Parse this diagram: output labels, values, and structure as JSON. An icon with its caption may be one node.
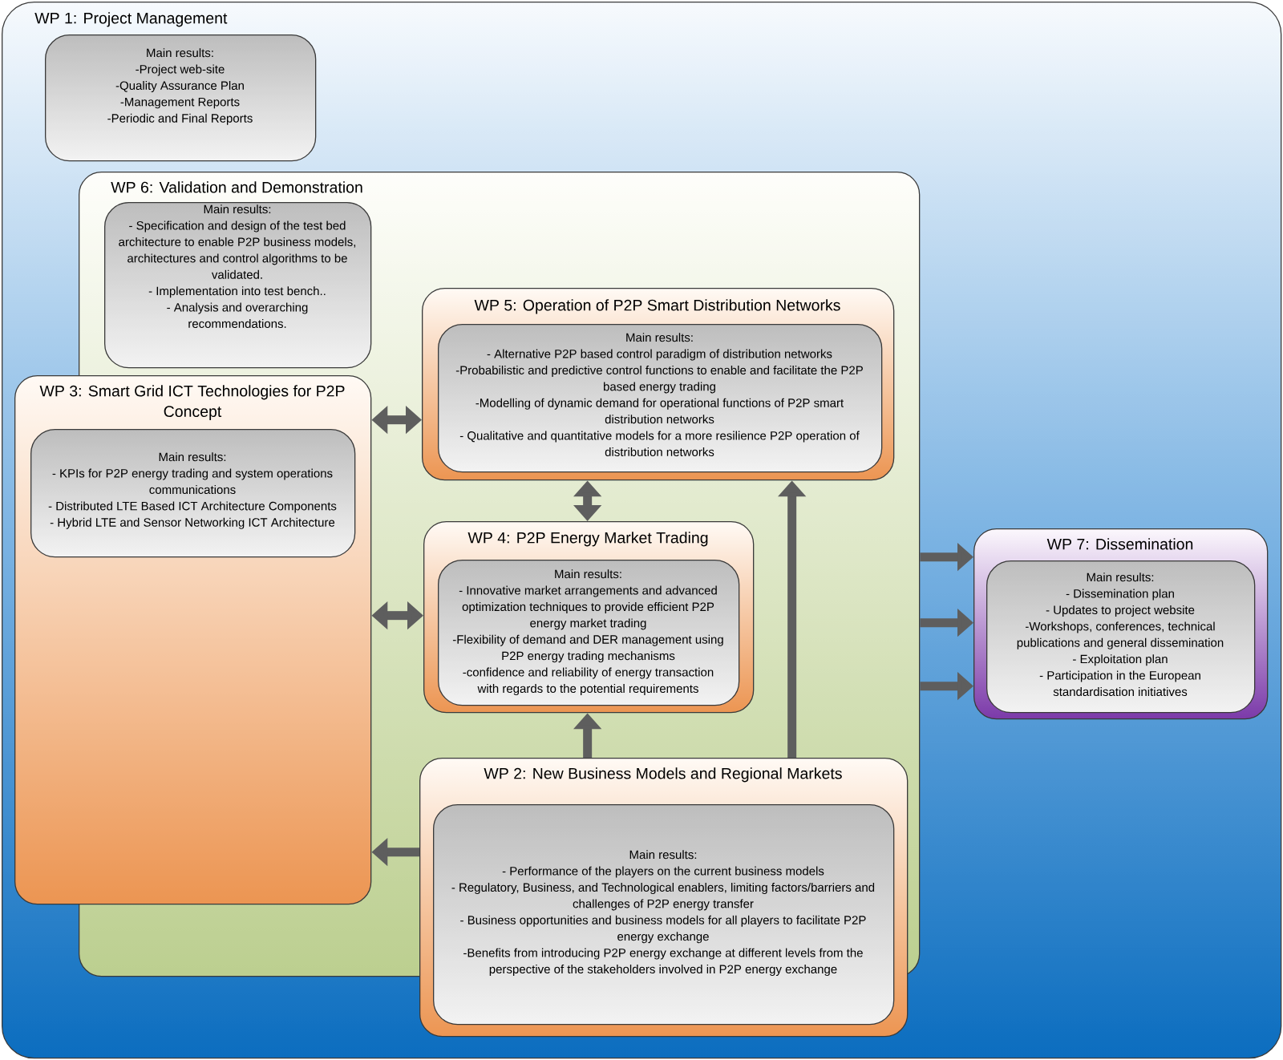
{
  "diagram": {
    "nodes": [
      {
        "text": [
          "WP 1: Project Management"
        ]
      },
      {
        "text": [
          "Main results:",
          "-Project web-site",
          "-Quality Assurance Plan",
          "-Management Reports",
          "-Periodic and Final Reports"
        ],
        "in": 0
      },
      {
        "text": [
          "WP 6: Validation and Demonstration"
        ],
        "in": 0
      },
      {
        "text": [
          "Main results:",
          "- Specification and design of the test bed architecture to enable P2P business models, architectures and control algorithms to be validated.",
          "- Implementation into test bench..",
          "- Analysis and overarching recommendations."
        ],
        "in": 2
      },
      {
        "text": [
          "WP 5: Operation of P2P Smart Distribution Networks"
        ],
        "in": 2
      },
      {
        "text": [
          "Main results:",
          "- Alternative P2P based control paradigm of distribution networks",
          "-Probabilistic and predictive control functions to enable and facilitate the P2P based energy trading",
          "-Modelling of dynamic demand for operational functions of P2P smart distribution networks",
          "- Qualitative and quantitative models for a more resilience P2P operation of distribution networks"
        ],
        "in": 4
      },
      {
        "text": [
          "WP 3: Smart Grid ICT Technologies for P2P Concept"
        ],
        "in": 0
      },
      {
        "text": [
          "Main results:",
          "- KPIs for P2P energy trading and system operations communications",
          "- Distributed LTE Based ICT Architecture Components",
          "- Hybrid LTE and Sensor Networking ICT Architecture"
        ],
        "in": 6
      },
      {
        "text": [
          "WP 4: P2P Energy Market Trading"
        ],
        "in": 2
      },
      {
        "text": [
          "Main results:",
          "- Innovative market arrangements and advanced optimization techniques to provide efficient P2P energy market trading",
          "-Flexibility of demand and DER management using P2P energy trading mechanisms",
          "-confidence and reliability of energy transaction with regards to the potential requirements"
        ],
        "in": 8
      },
      {
        "text": [
          "WP 2: New Business Models and Regional Markets"
        ],
        "in": 0
      },
      {
        "text": [
          "Main results:",
          "- Performance of the players on the current business models",
          "- Regulatory, Business, and Technological enablers, limiting factors/barriers and challenges of P2P energy transfer",
          "- Business opportunities and business models for all players to facilitate P2P energy exchange",
          "-Benefits from introducing P2P energy exchange at different levels from the perspective of the stakeholders involved in P2P energy exchange"
        ],
        "in": 10
      },
      {
        "text": [
          "WP 7: Dissemination"
        ],
        "in": 0
      },
      {
        "text": [
          "Main results:",
          "- Dissemination plan",
          "- Updates to project website",
          "-Workshops, conferences, technical publications and general dissemination",
          "- Exploitation plan",
          "- Participation in the European standardisation initiatives"
        ],
        "in": 12
      }
    ],
    "edges": [
      {
        "from": 6,
        "to": 4,
        "arrow": "both"
      },
      {
        "from": 4,
        "to": 8,
        "arrow": "both"
      },
      {
        "from": 6,
        "to": 8,
        "arrow": "both"
      },
      {
        "from": 10,
        "to": 8,
        "arrow": "to"
      },
      {
        "from": 10,
        "to": 4,
        "arrow": "to"
      },
      {
        "from": 10,
        "to": 6,
        "arrow": "to"
      },
      {
        "from": 2,
        "to": 12,
        "arrow": "to"
      },
      {
        "from": 2,
        "to": 12,
        "arrow": "to"
      },
      {
        "from": 2,
        "to": 12,
        "arrow": "to"
      }
    ]
  }
}
